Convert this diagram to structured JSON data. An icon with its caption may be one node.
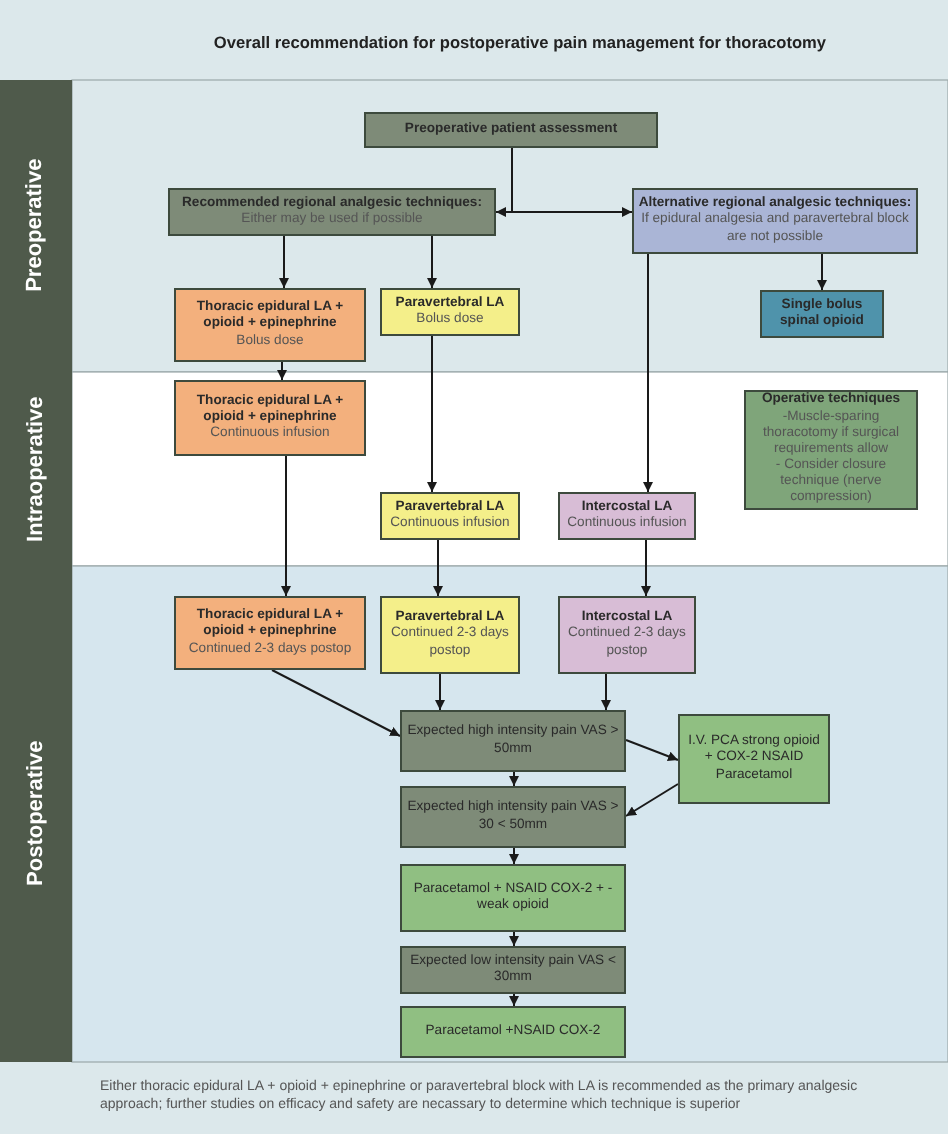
{
  "diagram": {
    "title": "Overall recommendation for postoperative pain management for thoracotomy",
    "caption": "Either thoracic epidural LA + opioid + epinephrine or paravertebral block with LA is recommended as the primary analgesic approach; further studies on efficacy and safety are necassary to determine which technique is superior",
    "nodes": [
      {
        "text": [
          "Preoperative"
        ]
      },
      {
        "text": [
          "Intraoperative"
        ]
      },
      {
        "text": [
          "Postoperative"
        ]
      },
      {
        "text": [
          "Preoperative patient assessment"
        ]
      },
      {
        "text": [
          "Recommended regional analgesic techniques:",
          "Either may be used if possible"
        ]
      },
      {
        "text": [
          "Alternative regional analgesic techniques:",
          "If epidural analgesia and paravertebral block are not possible"
        ]
      },
      {
        "text": [
          "Thoracic epidural LA + opioid + epinephrine",
          "Bolus dose"
        ]
      },
      {
        "text": [
          "Paravertebral LA",
          "Bolus dose"
        ]
      },
      {
        "text": [
          "Single bolus spinal opioid"
        ]
      },
      {
        "text": [
          "Thoracic epidural LA + opioid + epinephrine",
          "Continuous infusion"
        ]
      },
      {
        "text": [
          "Operative techniques",
          "-Muscle-sparing thoracotomy if surgical requirements allow",
          "- Consider closure technique (nerve compression)"
        ]
      },
      {
        "text": [
          "Paravertebral LA",
          "Continuous infusion"
        ]
      },
      {
        "text": [
          "Intercostal LA",
          "Continuous infusion"
        ]
      },
      {
        "text": [
          "Thoracic epidural LA + opioid + epinephrine",
          "Continued 2-3 days postop"
        ]
      },
      {
        "text": [
          "Paravertebral LA",
          "Continued 2-3 days postop"
        ]
      },
      {
        "text": [
          "Intercostal LA",
          "Continued 2-3 days postop"
        ]
      },
      {
        "text": [
          "Expected high intensity pain VAS > 50mm"
        ]
      },
      {
        "text": [
          "I.V. PCA strong opioid + COX-2 NSAID Paracetamol"
        ]
      },
      {
        "text": [
          "Expected high intensity pain VAS > 30 < 50mm"
        ]
      },
      {
        "text": [
          "Paracetamol + NSAID COX-2 + - weak opioid"
        ]
      },
      {
        "text": [
          "Expected low intensity pain VAS < 30mm"
        ]
      },
      {
        "text": [
          "Paracetamol +NSAID COX-2"
        ]
      }
    ],
    "edges": [
      {
        "from": 3,
        "to": 4,
        "arrow": "to"
      },
      {
        "from": 3,
        "to": 5,
        "arrow": "to"
      },
      {
        "from": 4,
        "to": 6,
        "arrow": "to"
      },
      {
        "from": 4,
        "to": 7,
        "arrow": "to"
      },
      {
        "from": 5,
        "to": 8,
        "arrow": "to"
      },
      {
        "from": 6,
        "to": 9,
        "arrow": "to"
      },
      {
        "from": 7,
        "to": 11,
        "arrow": "to"
      },
      {
        "from": 5,
        "to": 12,
        "arrow": "to"
      },
      {
        "from": 9,
        "to": 13,
        "arrow": "to"
      },
      {
        "from": 11,
        "to": 14,
        "arrow": "to"
      },
      {
        "from": 12,
        "to": 15,
        "arrow": "to"
      },
      {
        "from": 13,
        "to": 16,
        "arrow": "to"
      },
      {
        "from": 14,
        "to": 16,
        "arrow": "to"
      },
      {
        "from": 15,
        "to": 16,
        "arrow": "to"
      },
      {
        "from": 16,
        "to": 17,
        "arrow": "to"
      },
      {
        "from": 17,
        "to": 18,
        "arrow": "to"
      },
      {
        "from": 16,
        "to": 18,
        "arrow": "to"
      },
      {
        "from": 18,
        "to": 19,
        "arrow": "to"
      },
      {
        "from": 19,
        "to": 20,
        "arrow": "to"
      },
      {
        "from": 20,
        "to": 21,
        "arrow": "to"
      }
    ]
  }
}
